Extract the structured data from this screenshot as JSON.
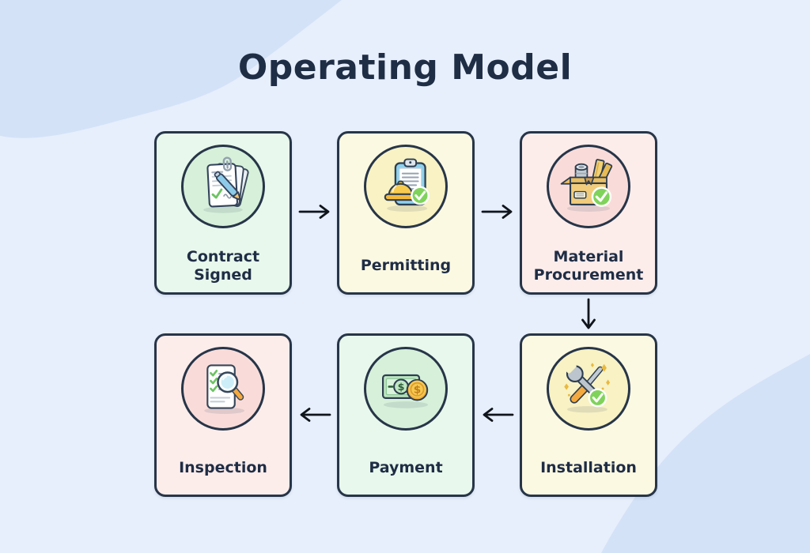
{
  "title": "Operating Model",
  "steps": [
    {
      "order": 1,
      "label": "Contract Signed",
      "icon": "signed-contract-icon",
      "card_color": "#e8f8ec",
      "circle_color": "#d6f0da"
    },
    {
      "order": 2,
      "label": "Permitting",
      "icon": "hardhat-clipboard-icon",
      "card_color": "#fcf9e2",
      "circle_color": "#f8f2c4"
    },
    {
      "order": 3,
      "label": "Material Procurement",
      "icon": "materials-box-icon",
      "card_color": "#fcedeb",
      "circle_color": "#f9dcd9"
    },
    {
      "order": 4,
      "label": "Installation",
      "icon": "tools-icon",
      "card_color": "#fcf9e2",
      "circle_color": "#f8f2c4"
    },
    {
      "order": 5,
      "label": "Payment",
      "icon": "money-icon",
      "card_color": "#e8f8ec",
      "circle_color": "#d6f0da"
    },
    {
      "order": 6,
      "label": "Inspection",
      "icon": "checklist-magnifier-icon",
      "card_color": "#fcedeb",
      "circle_color": "#f9dcd9"
    }
  ],
  "arrows": [
    {
      "from": "Contract Signed",
      "to": "Permitting",
      "direction": "right"
    },
    {
      "from": "Permitting",
      "to": "Material Procurement",
      "direction": "right"
    },
    {
      "from": "Material Procurement",
      "to": "Installation",
      "direction": "down"
    },
    {
      "from": "Installation",
      "to": "Payment",
      "direction": "left"
    },
    {
      "from": "Payment",
      "to": "Inspection",
      "direction": "left"
    }
  ],
  "colors": {
    "background": "#e7effc",
    "background_wave": "#d4e2f8",
    "card_border": "#273548",
    "text": "#1f2d45",
    "arrow": "#10151c",
    "check_green": "#7fd35b"
  }
}
